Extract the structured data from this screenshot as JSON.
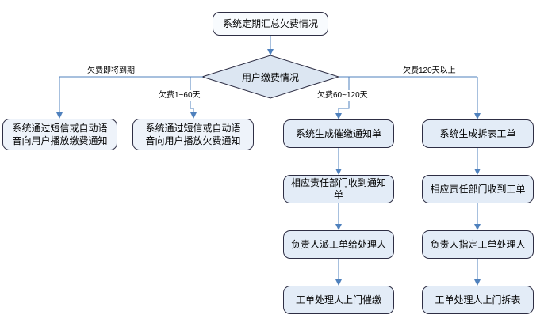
{
  "flow": {
    "start": "系统定期汇总欠费情况",
    "decision": "用户缴费情况",
    "branches": [
      {
        "condition": "欠费即将到期",
        "steps": [
          "系统通过短信或自动语音向用户播放缴费通知"
        ]
      },
      {
        "condition": "欠费1~60天",
        "steps": [
          "系统通过短信或自动语音向用户播放欠费通知"
        ]
      },
      {
        "condition": "欠费60~120天",
        "steps": [
          "系统生成催缴通知单",
          "相应责任部门收到通知单",
          "负责人派工单给处理人",
          "工单处理人上门催缴"
        ]
      },
      {
        "condition": "欠费120天以上",
        "steps": [
          "系统生成拆表工单",
          "相应责任部门收到工单",
          "负责人指定工单处理人",
          "工单处理人上门拆表"
        ]
      }
    ],
    "colors": {
      "connector": "#4f81bd",
      "node_border": "#2e2e44",
      "decision_fill": "#dce6f2",
      "step_fill": "#e3ecf7",
      "notify_fill": "#eef3fa"
    }
  }
}
